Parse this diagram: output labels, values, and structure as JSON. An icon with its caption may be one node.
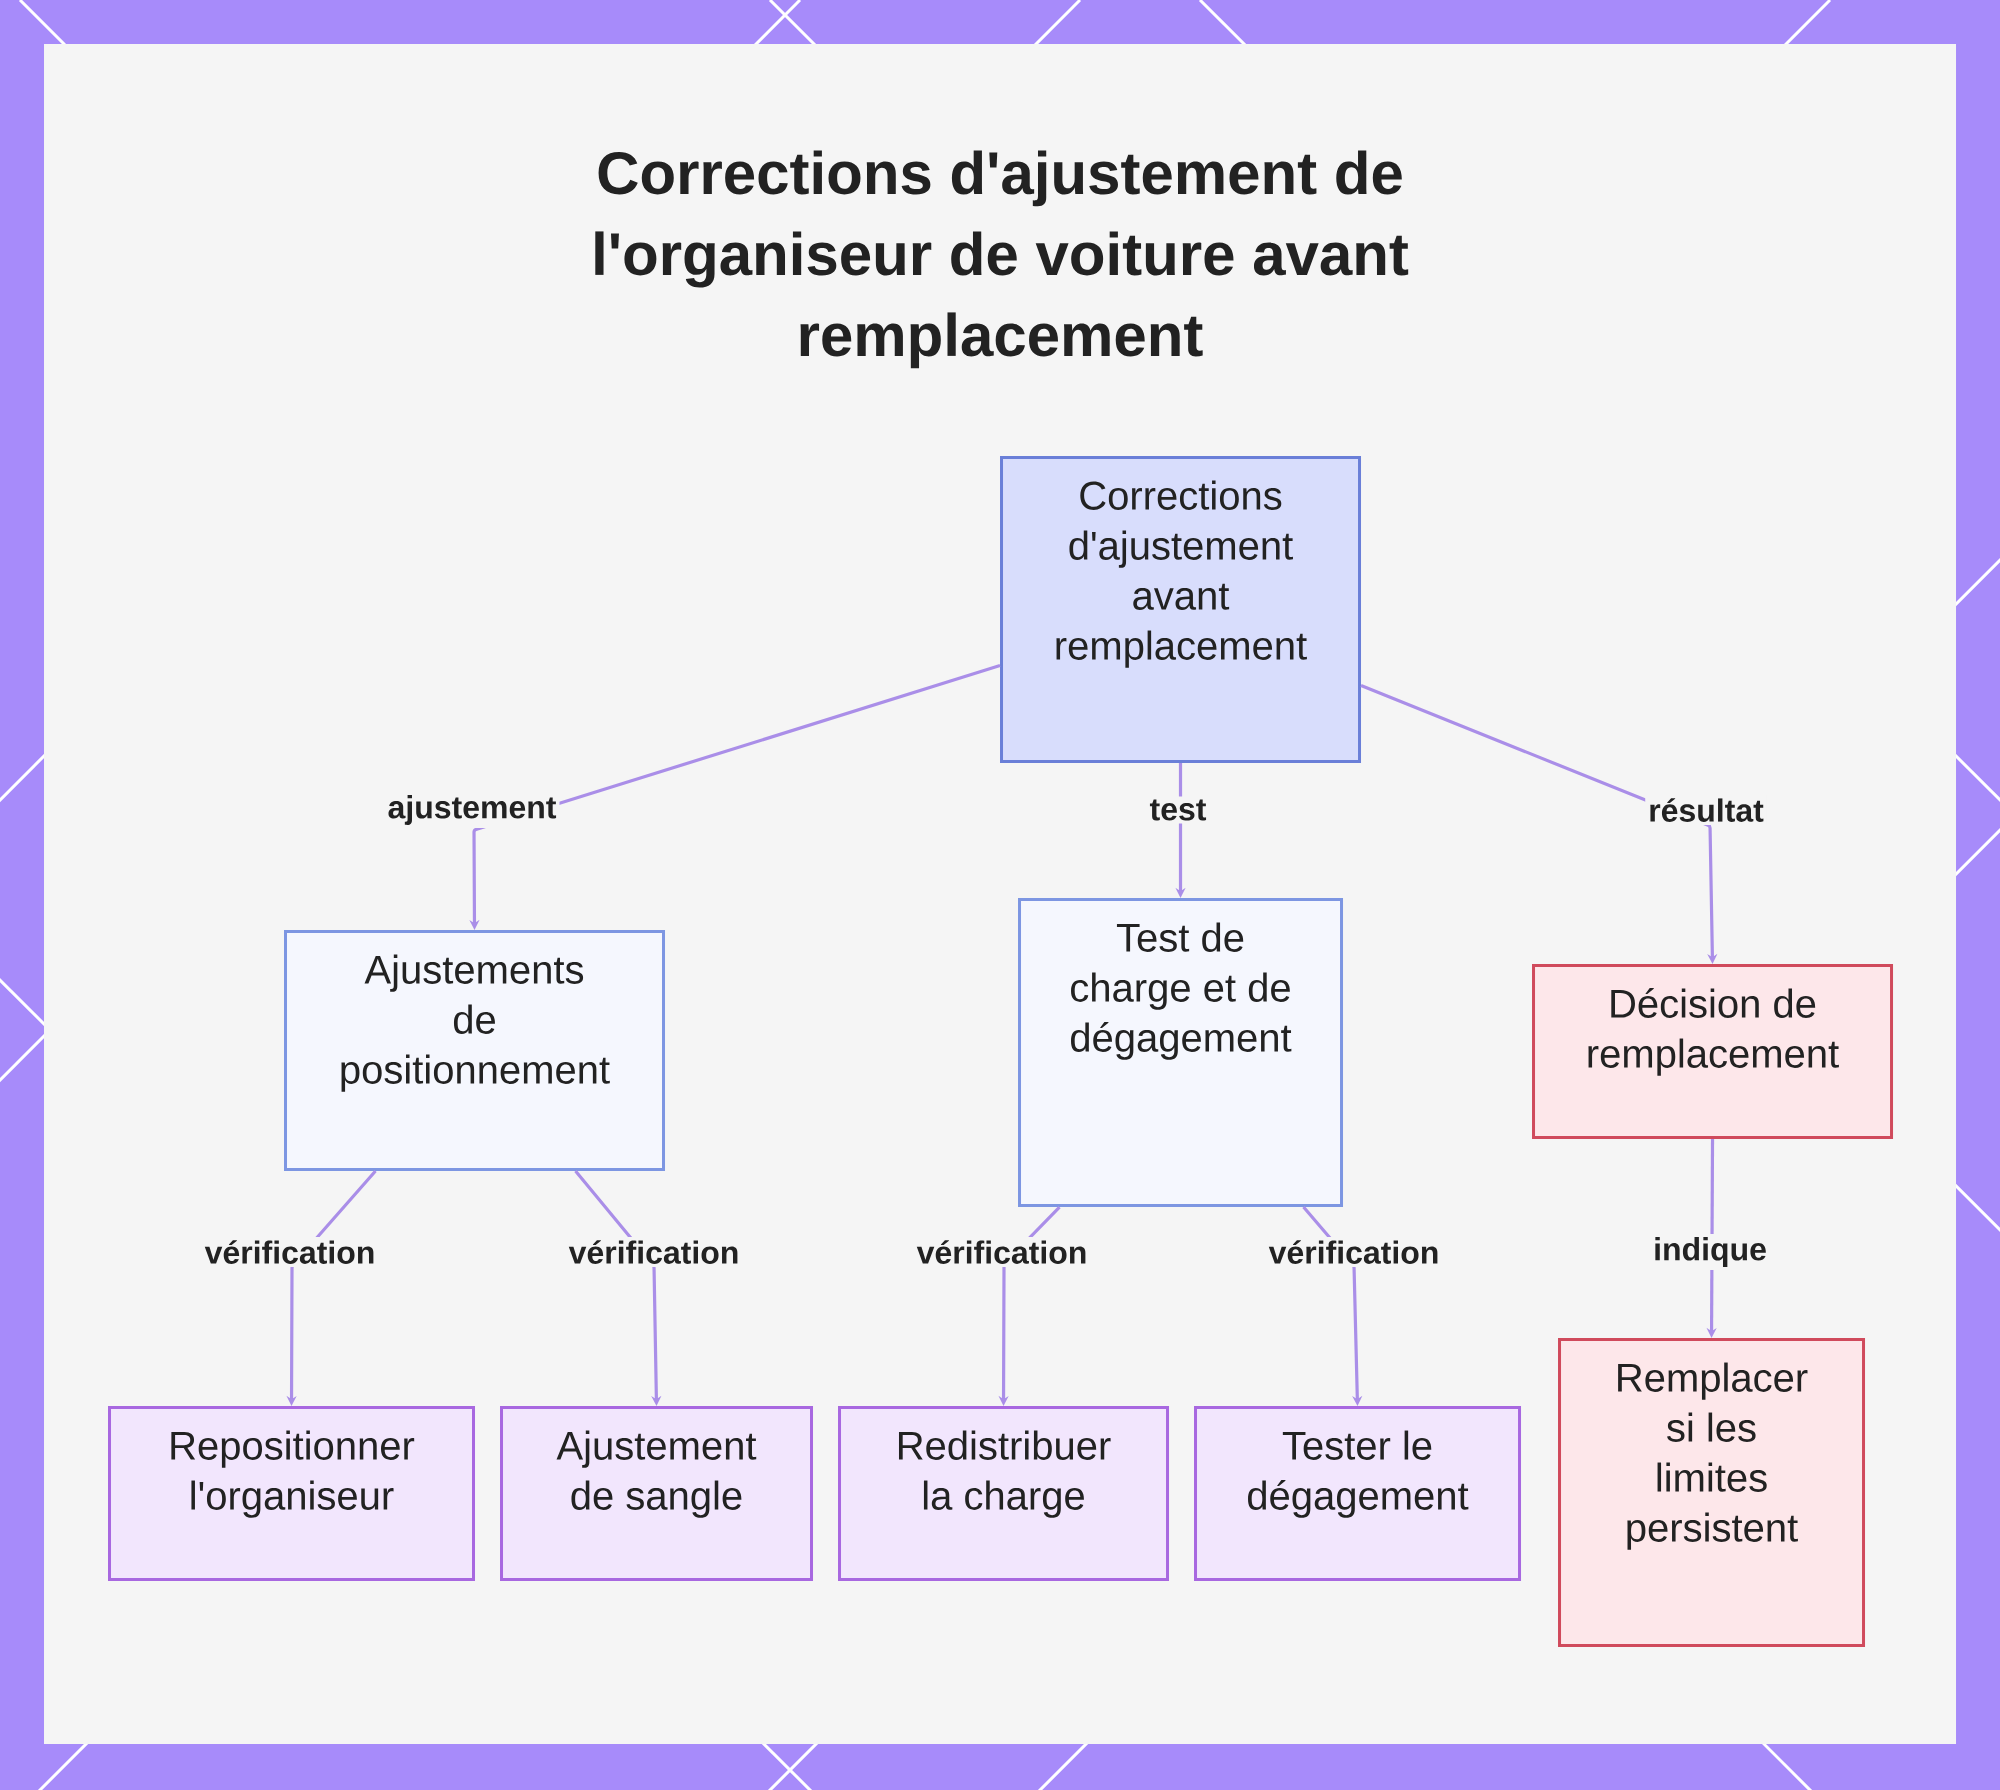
{
  "diagram": {
    "title": "Corrections d'ajustement de l'organiseur de voiture avant remplacement",
    "nodes": [
      {
        "text": [
          "Corrections d'ajustement avant remplacement"
        ]
      },
      {
        "text": [
          "Ajustements de positionnement"
        ]
      },
      {
        "text": [
          "Test de charge et de dégagement"
        ]
      },
      {
        "text": [
          "Décision de remplacement"
        ]
      },
      {
        "text": [
          "Repositionner l'organiseur"
        ]
      },
      {
        "text": [
          "Ajustement de sangle"
        ]
      },
      {
        "text": [
          "Redistribuer la charge"
        ]
      },
      {
        "text": [
          "Tester le dégagement"
        ]
      },
      {
        "text": [
          "Remplacer si les limites persistent"
        ]
      }
    ],
    "edges": [
      {
        "from": 0,
        "to": 1,
        "arrow": "to",
        "label": "ajustement"
      },
      {
        "from": 0,
        "to": 2,
        "arrow": "to",
        "label": "test"
      },
      {
        "from": 0,
        "to": 3,
        "arrow": "to",
        "label": "résultat"
      },
      {
        "from": 1,
        "to": 4,
        "arrow": "to",
        "label": "vérification"
      },
      {
        "from": 1,
        "to": 5,
        "arrow": "to",
        "label": "vérification"
      },
      {
        "from": 2,
        "to": 6,
        "arrow": "to",
        "label": "vérification"
      },
      {
        "from": 2,
        "to": 7,
        "arrow": "to",
        "label": "vérification"
      },
      {
        "from": 3,
        "to": 8,
        "arrow": "to",
        "label": "indique"
      }
    ]
  }
}
